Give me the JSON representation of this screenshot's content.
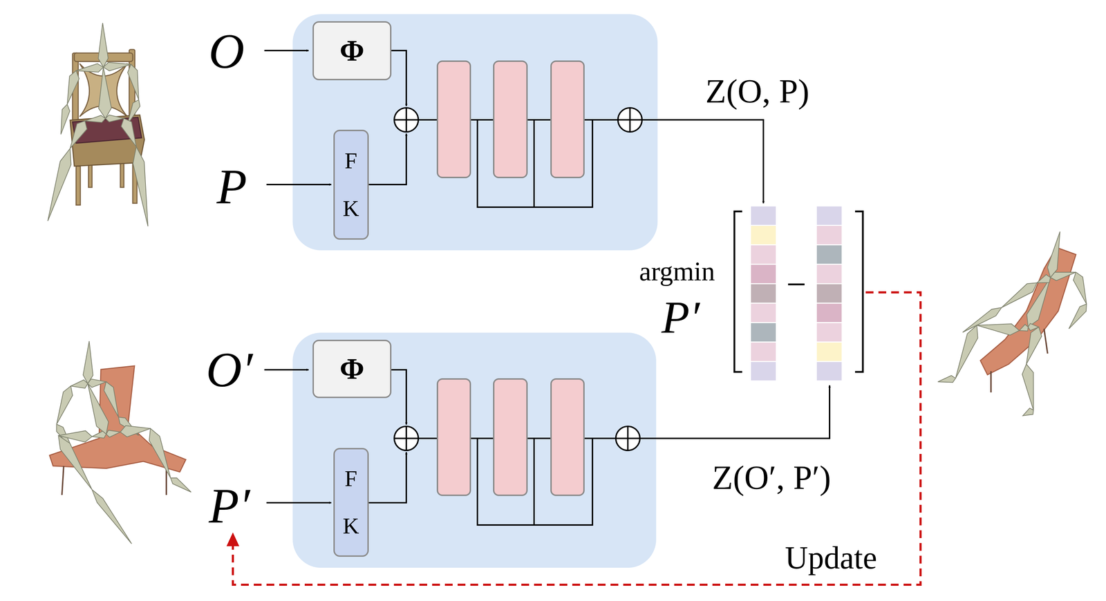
{
  "diagram": {
    "nodes": [
      {
        "text": [
          "Φ"
        ]
      },
      {
        "text": [
          "F K"
        ]
      },
      {
        "text": [
          "Φ"
        ]
      },
      {
        "text": [
          "F K"
        ]
      }
    ],
    "labels": [
      "O",
      "Z(O, P)",
      "P",
      "argmin",
      "P′",
      "−",
      "O′",
      "Z(O′, P′)",
      "P′",
      "Update"
    ]
  }
}
